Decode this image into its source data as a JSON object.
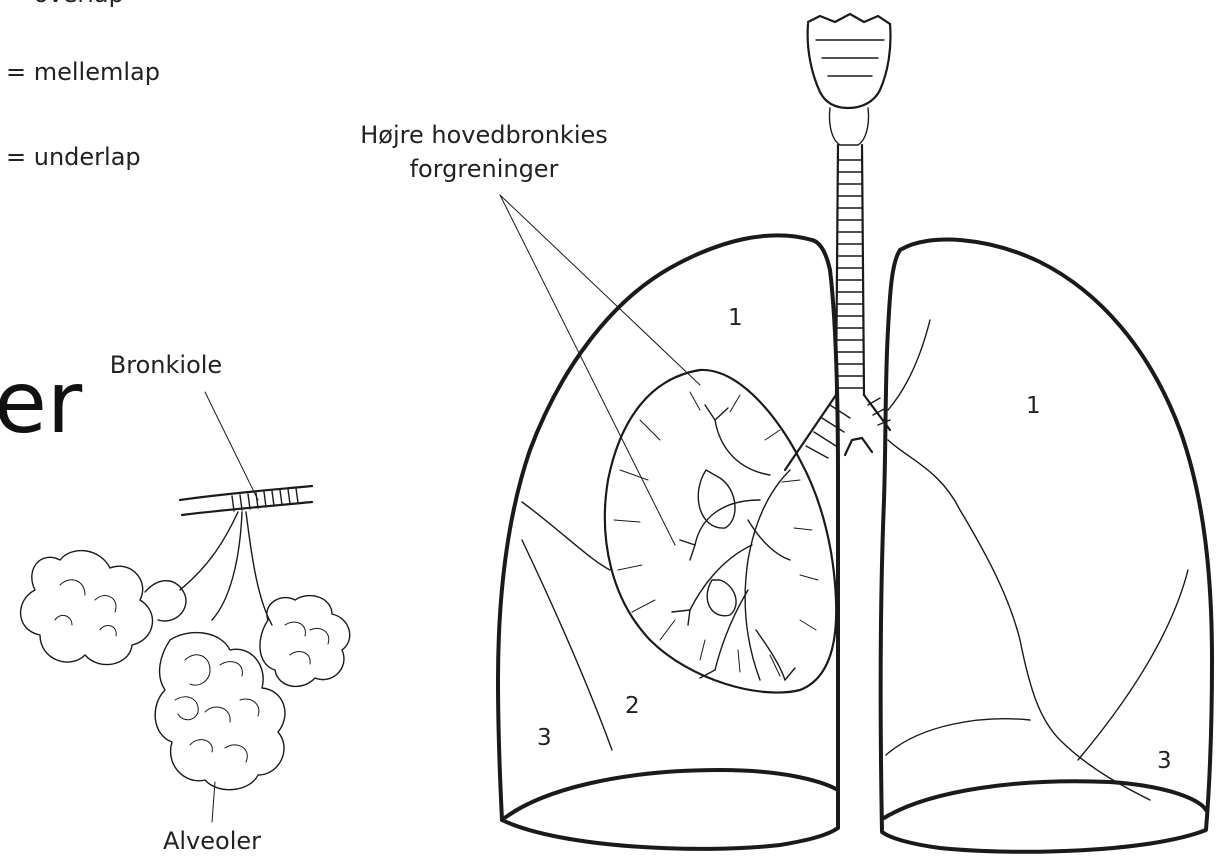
{
  "legend": {
    "top_partial": "= overlap",
    "middle_lobe": "= mellemlap",
    "lower_lobe": "= underlap"
  },
  "partial_heading": "er",
  "labels": {
    "bronchi": [
      "Højre hovedbronkies",
      "forgreninger"
    ],
    "bronchiole": "Bronkiole",
    "alveoli": "Alveoler"
  },
  "lobe_numbers": {
    "right_upper": "1",
    "right_middle": "2",
    "right_lower": "3",
    "left_upper": "1",
    "left_lower": "3"
  },
  "colors": {
    "ink": "#1a1a1a",
    "background": "#ffffff"
  }
}
